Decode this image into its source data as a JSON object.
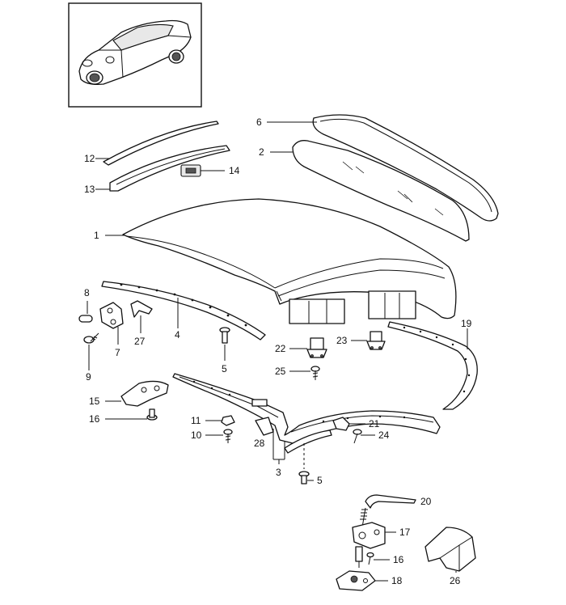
{
  "callouts": {
    "c1": "1",
    "c2": "2",
    "c3": "3",
    "c4": "4",
    "c5a": "5",
    "c5b": "5",
    "c6": "6",
    "c7": "7",
    "c8": "8",
    "c9": "9",
    "c10": "10",
    "c11": "11",
    "c12": "12",
    "c13": "13",
    "c14": "14",
    "c15": "15",
    "c16a": "16",
    "c16b": "16",
    "c17": "17",
    "c18": "18",
    "c19": "19",
    "c20": "20",
    "c21": "21",
    "c22": "22",
    "c23": "23",
    "c24": "24",
    "c25": "25",
    "c26": "26",
    "c27": "27",
    "c28": "28"
  }
}
